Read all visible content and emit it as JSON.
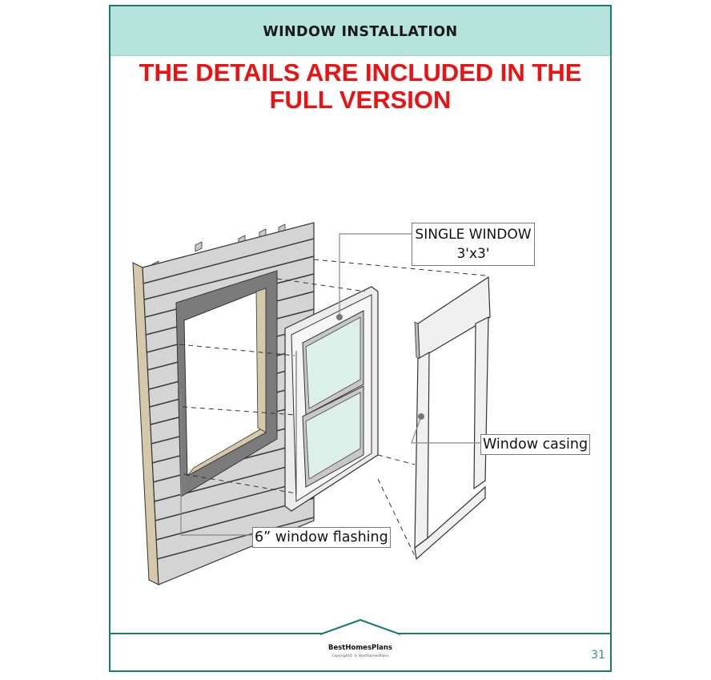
{
  "header": {
    "title": "WINDOW INSTALLATION"
  },
  "notice": {
    "line1": "THE DETAILS ARE INCLUDED IN THE",
    "line2": "FULL VERSION"
  },
  "callouts": {
    "single_window_line1": "SINGLE WINDOW",
    "single_window_line2": "3'x3'",
    "window_casing": "Window casing",
    "window_flashing": "6” window flashing"
  },
  "footer": {
    "brand": "BestHomesPlans",
    "copyright": "Copyright© © BestHomesPlans",
    "page_number": "31"
  },
  "colors": {
    "frame": "#1c7a6e",
    "header_band": "#b6e3db",
    "notice": "#ee1111",
    "page_number": "#3a8a86"
  }
}
